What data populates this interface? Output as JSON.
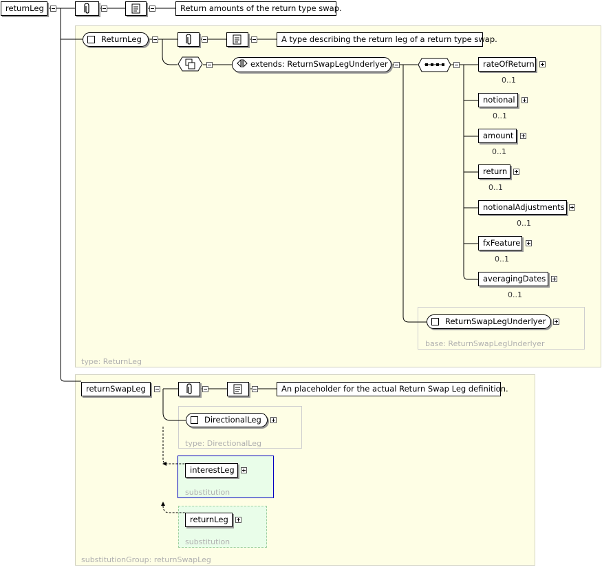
{
  "root": {
    "name": "returnLeg",
    "documentation": "Return amounts of the return type swap."
  },
  "returnleg_type": {
    "name": "ReturnLeg",
    "documentation": "A type describing the return leg of a return type swap.",
    "type_caption": "type: ReturnLeg",
    "extension": "extends: ReturnSwapLegUnderlyer",
    "elements": [
      {
        "name": "rateOfReturn",
        "occurs": "0..1"
      },
      {
        "name": "notional",
        "occurs": "0..1"
      },
      {
        "name": "amount",
        "occurs": "0..1"
      },
      {
        "name": "return",
        "occurs": "0..1"
      },
      {
        "name": "notionalAdjustments",
        "occurs": "0..1"
      },
      {
        "name": "fxFeature",
        "occurs": "0..1"
      },
      {
        "name": "averagingDates",
        "occurs": "0..1"
      }
    ],
    "base_type": {
      "name": "ReturnSwapLegUnderlyer",
      "caption": "base: ReturnSwapLegUnderlyer"
    }
  },
  "substitution_group": {
    "name": "returnSwapLeg",
    "documentation": "An placeholder for the actual Return Swap Leg definition.",
    "caption": "substitutionGroup: returnSwapLeg",
    "type": {
      "name": "DirectionalLeg",
      "caption": "type: DirectionalLeg"
    },
    "substitutions": [
      {
        "name": "interestLeg",
        "caption": "substitution"
      },
      {
        "name": "returnLeg",
        "caption": "substitution"
      }
    ]
  },
  "colors": {
    "panel": "#fefee5",
    "substitution_panel": "#e9fde9",
    "selected_border": "#0000c0"
  },
  "icons": {
    "annotation": "paperclip-icon",
    "documentation": "scroll-icon",
    "extension": "extension-arrows-icon",
    "sequence": "sequence-icon",
    "model_group": "all-group-icon"
  }
}
